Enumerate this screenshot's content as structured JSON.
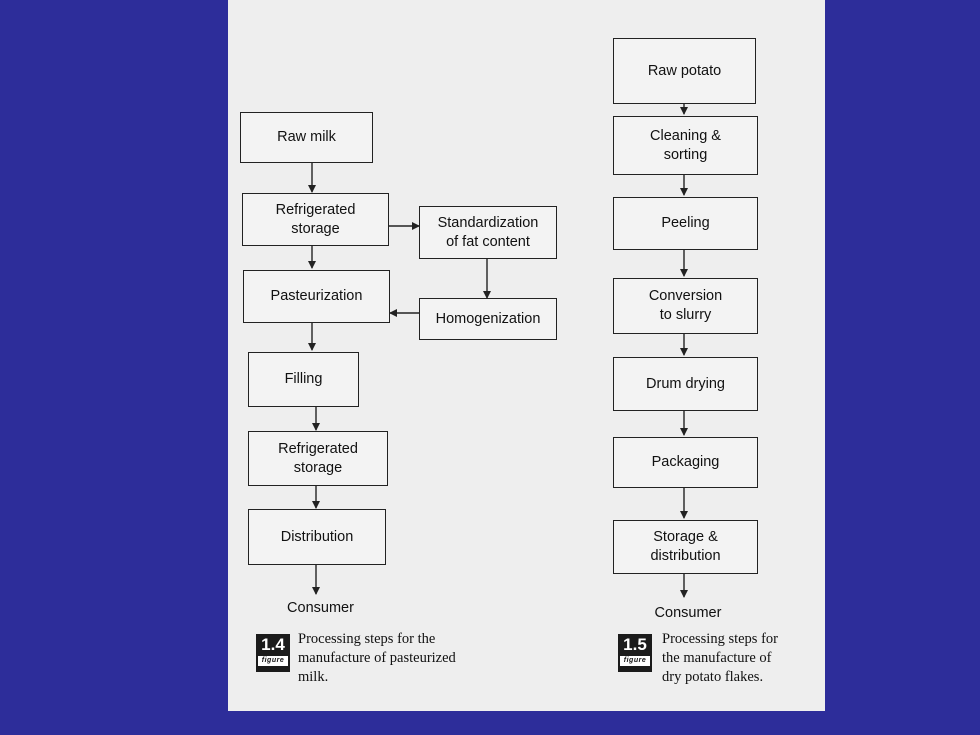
{
  "milk": {
    "raw_milk": "Raw milk",
    "refrigerated_storage_1": "Refrigerated\nstorage",
    "standardization": "Standardization\nof fat content",
    "pasteurization": "Pasteurization",
    "homogenization": "Homogenization",
    "filling": "Filling",
    "refrigerated_storage_2": "Refrigerated\nstorage",
    "distribution": "Distribution",
    "consumer": "Consumer"
  },
  "potato": {
    "raw_potato": "Raw potato",
    "cleaning": "Cleaning &\nsorting",
    "peeling": "Peeling",
    "conversion": "Conversion\nto slurry",
    "drum_drying": "Drum drying",
    "packaging": "Packaging",
    "storage": "Storage &\ndistribution",
    "consumer": "Consumer"
  },
  "figures": {
    "fig1": {
      "number": "1.4",
      "word": "figure",
      "caption": "Processing steps for the\nmanufacture of pasteurized\nmilk."
    },
    "fig2": {
      "number": "1.5",
      "word": "figure",
      "caption": "Processing steps for\nthe manufacture of\ndry potato flakes."
    }
  }
}
